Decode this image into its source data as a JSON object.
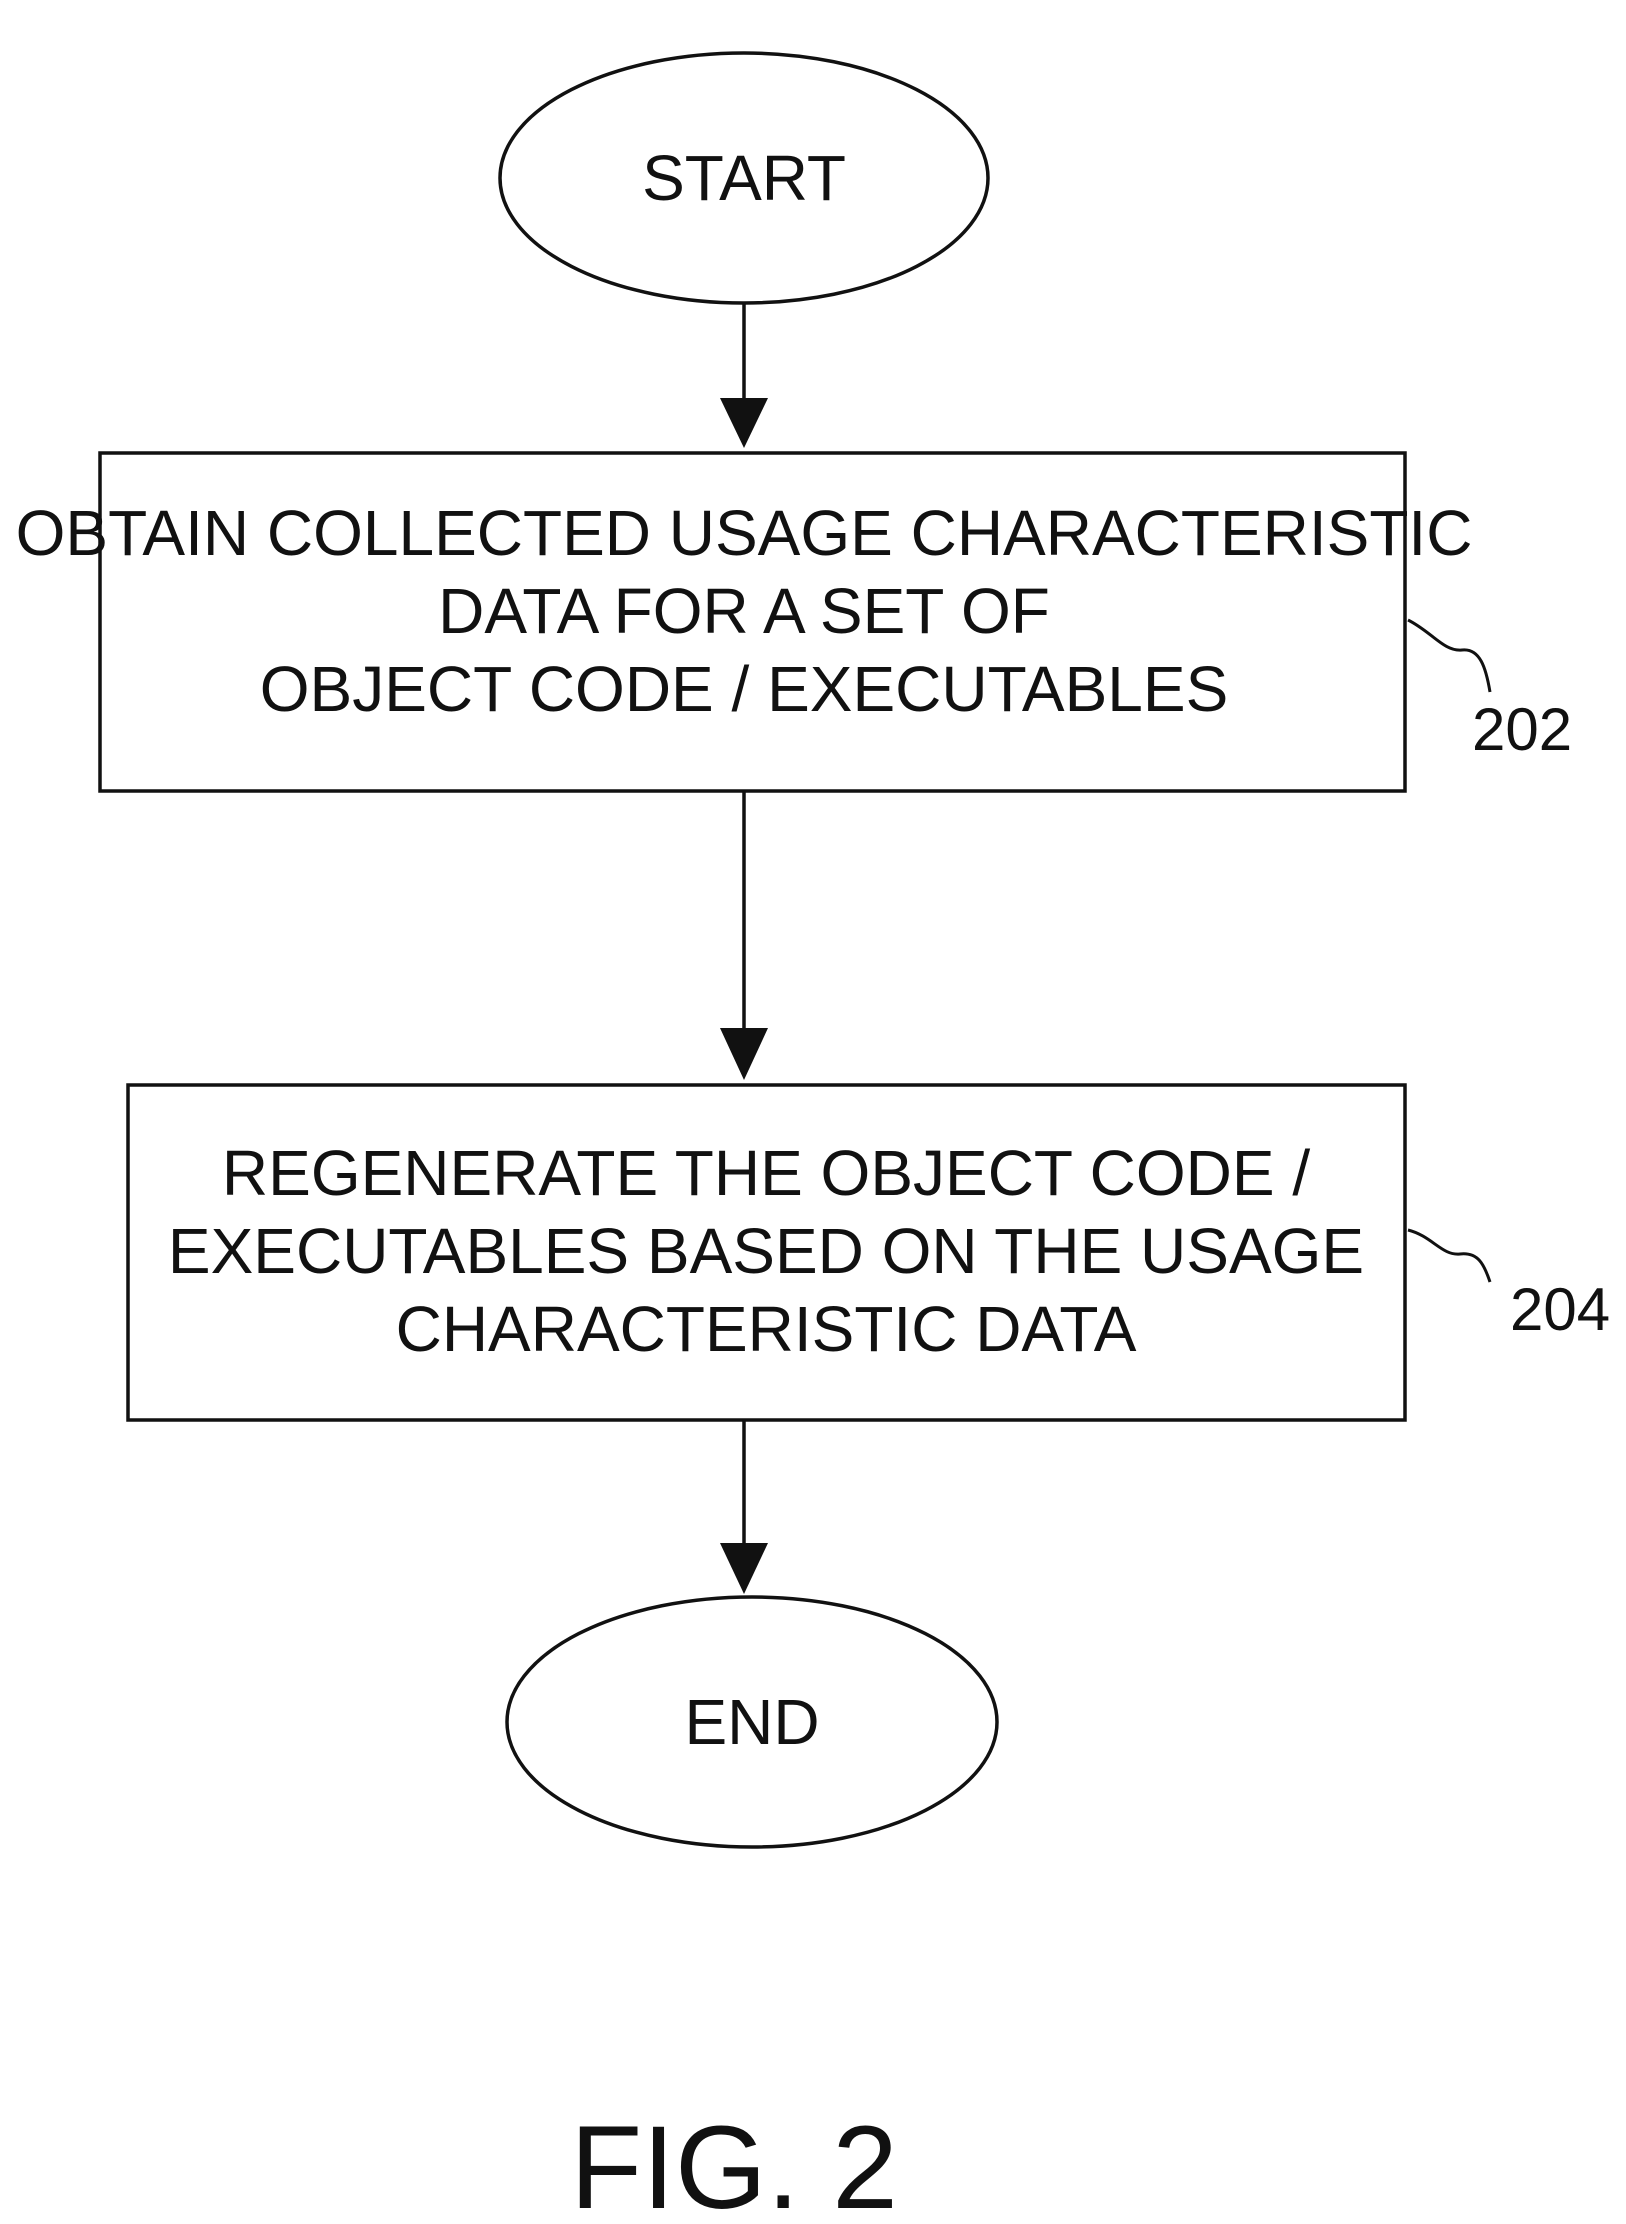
{
  "diagram": {
    "start": {
      "label": "START"
    },
    "step_202": {
      "lines": [
        "OBTAIN COLLECTED USAGE CHARACTERISTIC",
        "DATA FOR A SET OF",
        "OBJECT CODE / EXECUTABLES"
      ],
      "ref": "202"
    },
    "step_204": {
      "lines": [
        "REGENERATE THE OBJECT CODE /",
        "EXECUTABLES BASED ON THE USAGE",
        "CHARACTERISTIC DATA"
      ],
      "ref": "204"
    },
    "end": {
      "label": "END"
    },
    "figure_label": "FIG. 2"
  }
}
